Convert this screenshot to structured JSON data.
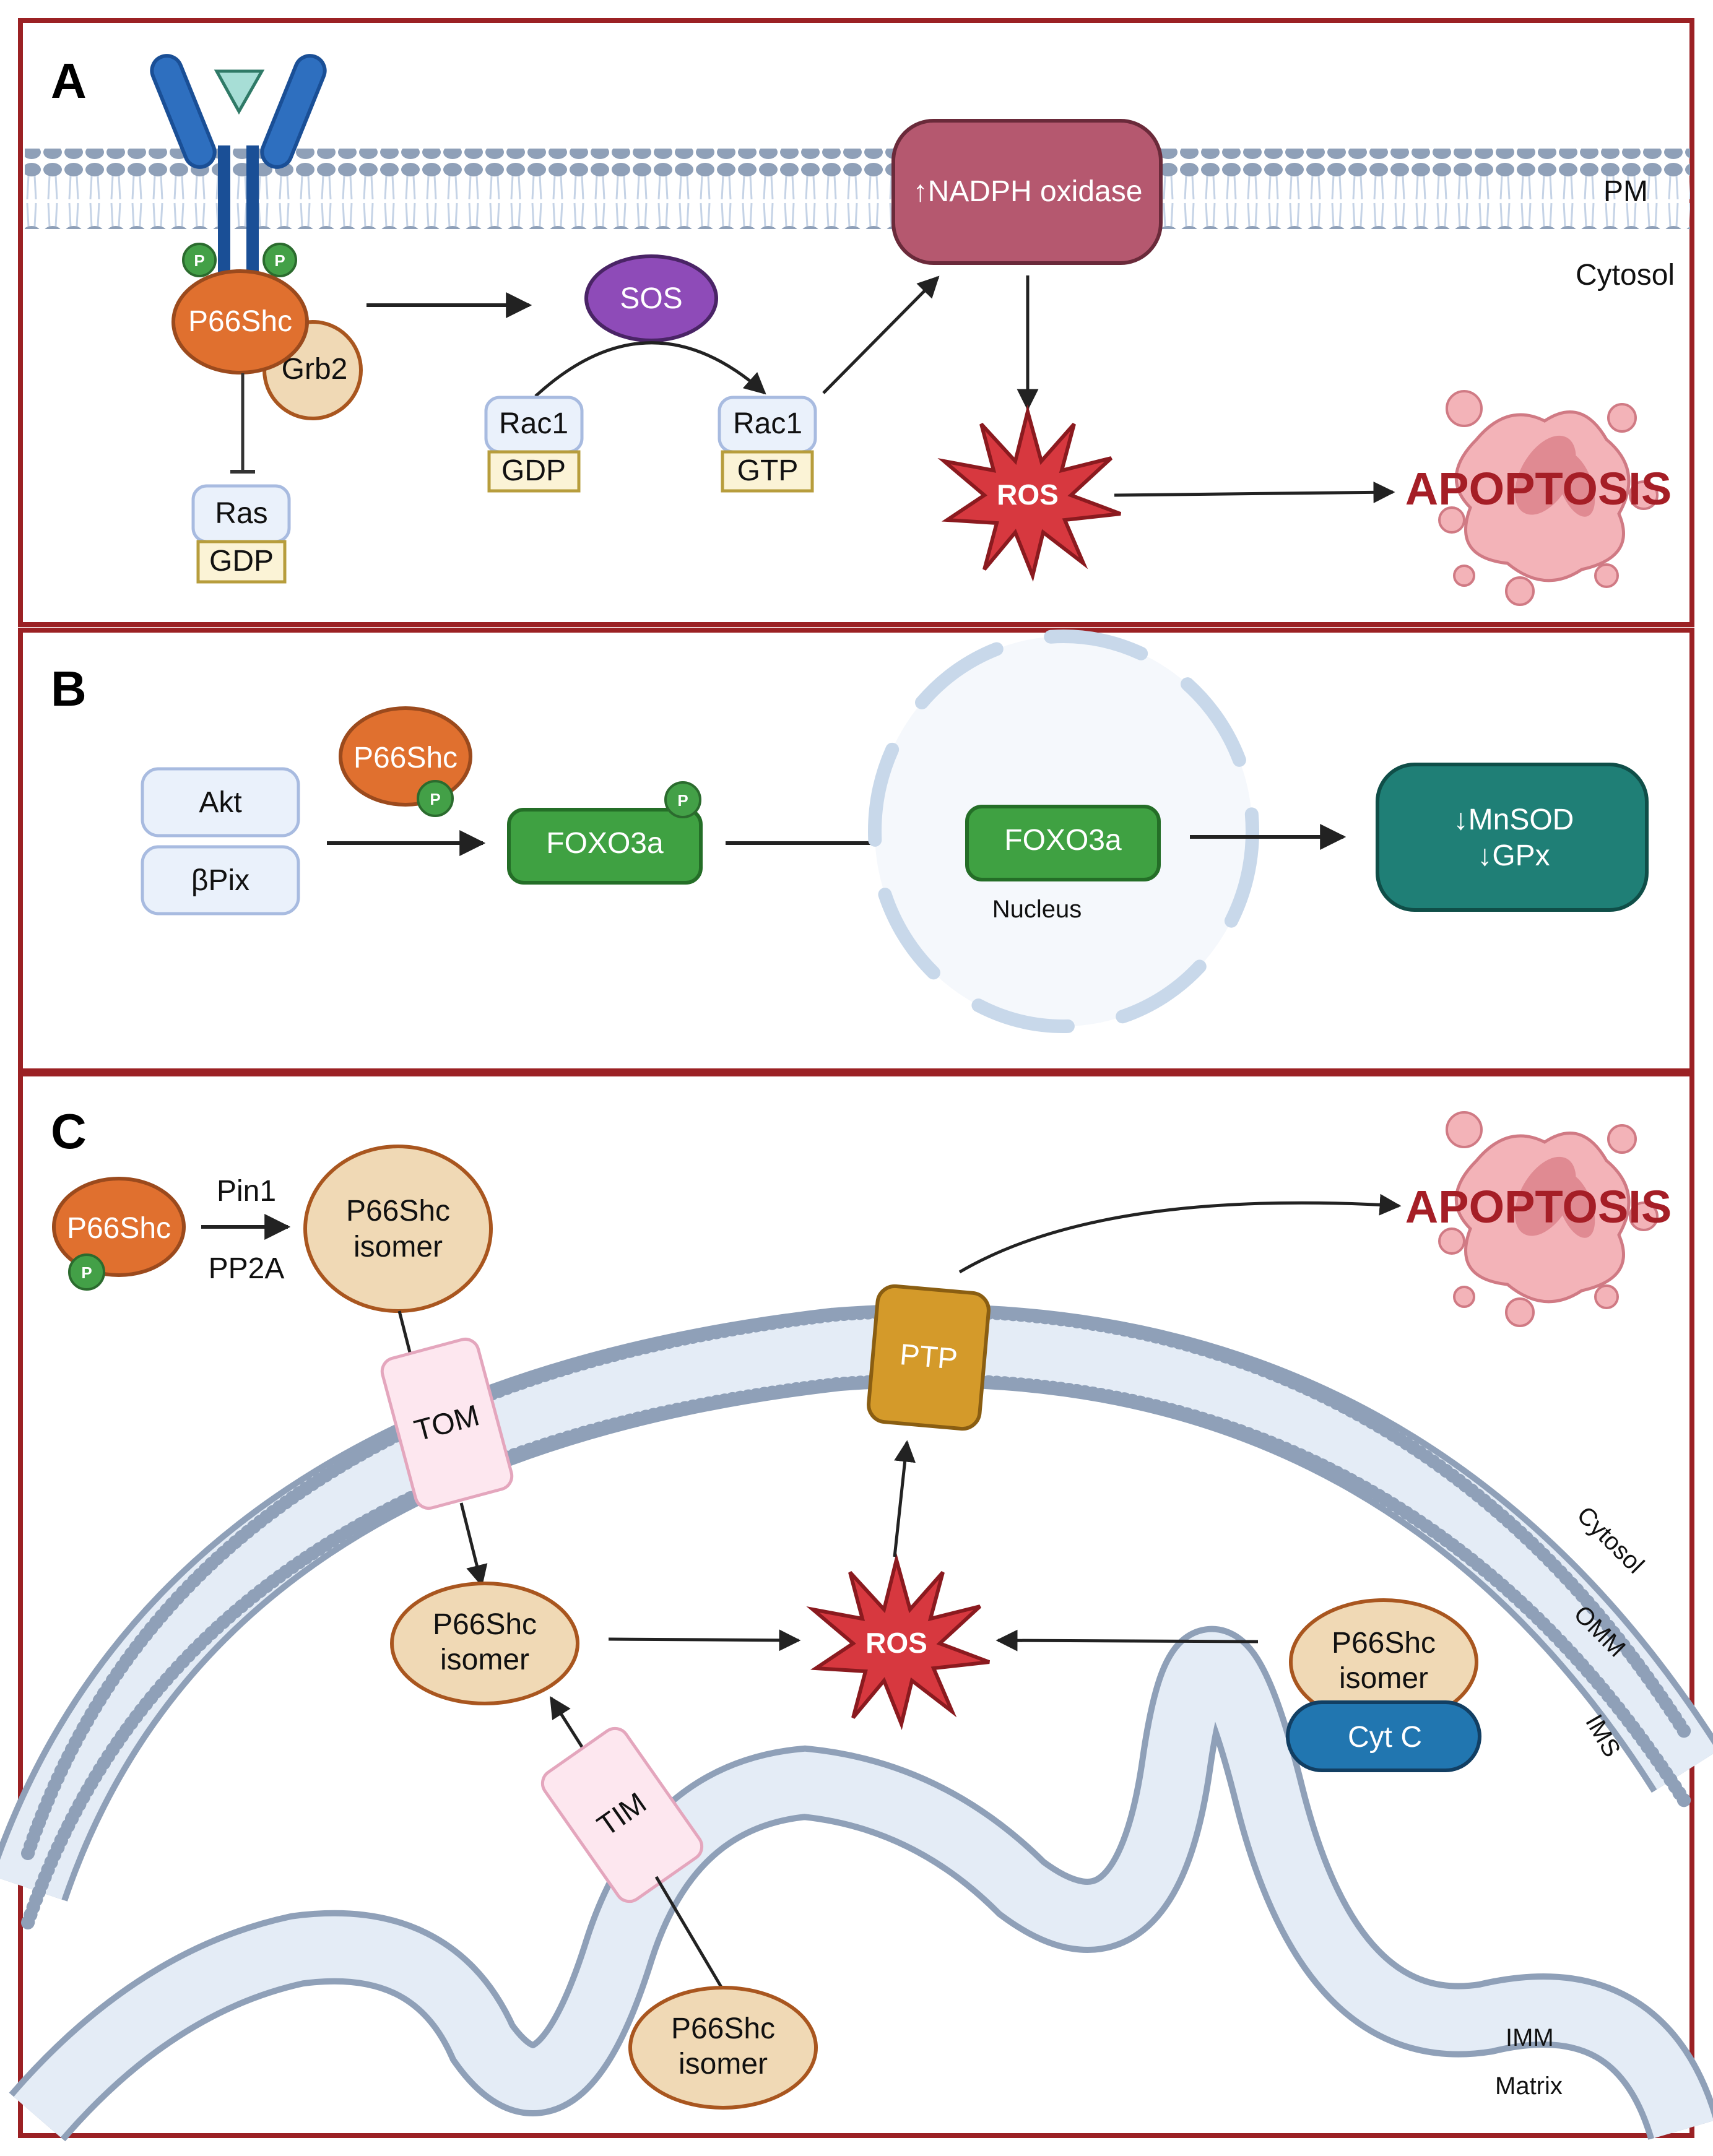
{
  "figure": {
    "colors": {
      "panel_border": "#9b2124",
      "membrane_head": "#8fa0b8",
      "membrane_tail": "#c5d3e6",
      "receptor": "#2e6fbf",
      "receptor_dark": "#1a4f96",
      "ligand": "#a7ded6",
      "p66shc": "#e0702f",
      "isomer": "#f0d9b5",
      "phospho": "#43a047",
      "gtpase_box": "#eaf1fb",
      "nucleotide_box": "#fbf3d6",
      "sos": "#8e4bb8",
      "nadph": "#b5586f",
      "ros": "#d7383f",
      "foxo": "#3fa142",
      "mnsod_box": "#1f7f76",
      "ptp": "#d49a2a",
      "tom_tim": "#fde7ef",
      "cytc": "#2176b0",
      "apoptosis_cell": "#f3b3b8"
    }
  },
  "panel_a": {
    "letter": "A",
    "membrane_label": "PM",
    "cytosol_label": "Cytosol",
    "p66shc": "P66Shc",
    "grb2": "Grb2",
    "phospho": "P",
    "ras": "Ras",
    "ras_nucleotide": "GDP",
    "sos": "SOS",
    "rac1_inactive": "Rac1",
    "rac1_inactive_nucleotide": "GDP",
    "rac1_active": "Rac1",
    "rac1_active_nucleotide": "GTP",
    "nadph_oxidase": "↑NADPH oxidase",
    "ros": "ROS",
    "outcome": "APOPTOSIS"
  },
  "panel_b": {
    "letter": "B",
    "akt": "Akt",
    "bpix": "βPix",
    "p66shc": "P66Shc",
    "phospho": "P",
    "foxo_cyto": "FOXO3a",
    "foxo_nuc": "FOXO3a",
    "nucleus_label": "Nucleus",
    "target_line1": "↓MnSOD",
    "target_line2": "↓GPx"
  },
  "panel_c": {
    "letter": "C",
    "p66shc": "P66Shc",
    "phospho": "P",
    "enzyme_top": "Pin1",
    "enzyme_bottom": "PP2A",
    "isomer_line1": "P66Shc",
    "isomer_line2": "isomer",
    "tom": "TOM",
    "tim": "TIM",
    "ptp": "PTP",
    "ros": "ROS",
    "cytc": "Cyt C",
    "outcome": "APOPTOSIS",
    "labels": {
      "cytosol": "Cytosol",
      "omm": "OMM",
      "ims": "IMS",
      "imm": "IMM",
      "matrix": "Matrix"
    }
  }
}
